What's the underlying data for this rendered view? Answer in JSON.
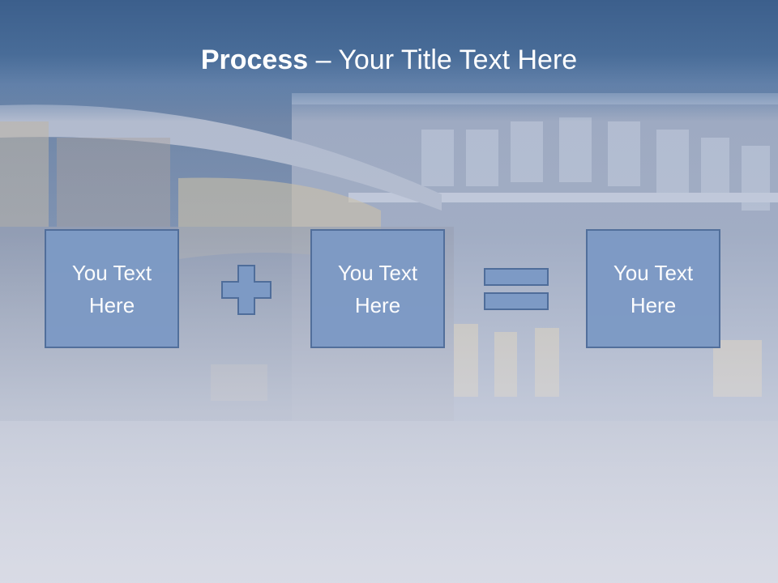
{
  "slide": {
    "title_bold": "Process",
    "title_rest": " – Your Title Text Here",
    "boxes": [
      {
        "text": "You Text Here"
      },
      {
        "text": "You Text Here"
      },
      {
        "text": "You Text Here"
      }
    ],
    "operators": [
      {
        "icon": "plus-icon"
      },
      {
        "icon": "equals-icon"
      }
    ]
  },
  "colors": {
    "box_fill": "#7d9ac5",
    "box_border": "#4f6d9a",
    "title_band": "#3c5f8c",
    "text": "#ffffff"
  }
}
